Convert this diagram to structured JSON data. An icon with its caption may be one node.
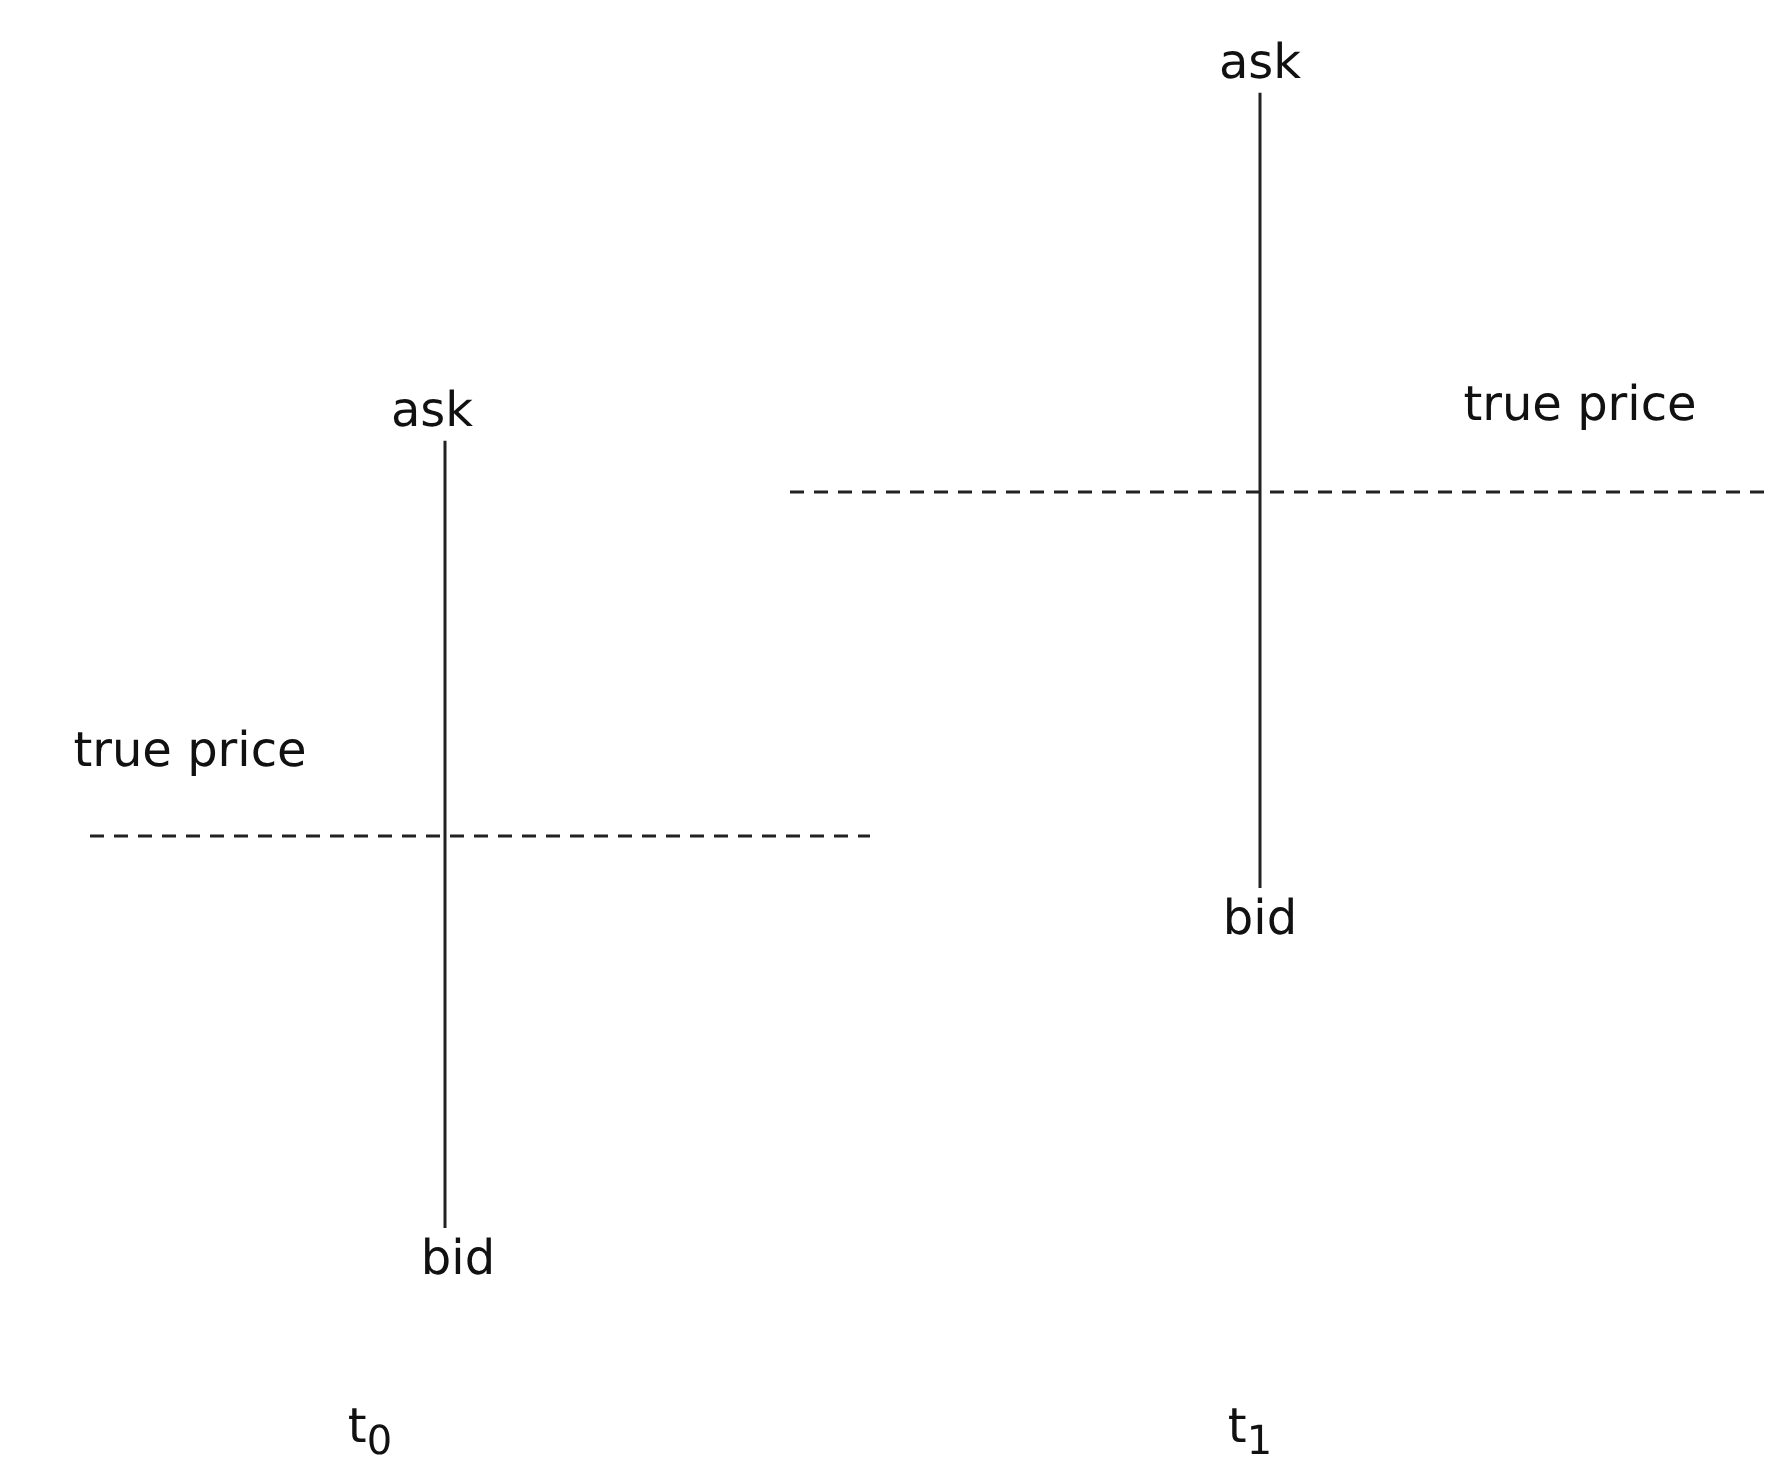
{
  "diagram": {
    "nodes": [
      {
        "text": [
          "ask"
        ]
      },
      {
        "text": [
          "ask"
        ]
      },
      {
        "text": [
          "bid"
        ]
      },
      {
        "text": [
          "bid"
        ]
      }
    ],
    "edges": [
      {
        "from": 0,
        "to": 2,
        "arrow": "none"
      },
      {
        "from": 1,
        "to": 3,
        "arrow": "none"
      }
    ],
    "labels": [
      "true price",
      "true price",
      "t$_{0}$",
      "t$_{1}$"
    ]
  }
}
